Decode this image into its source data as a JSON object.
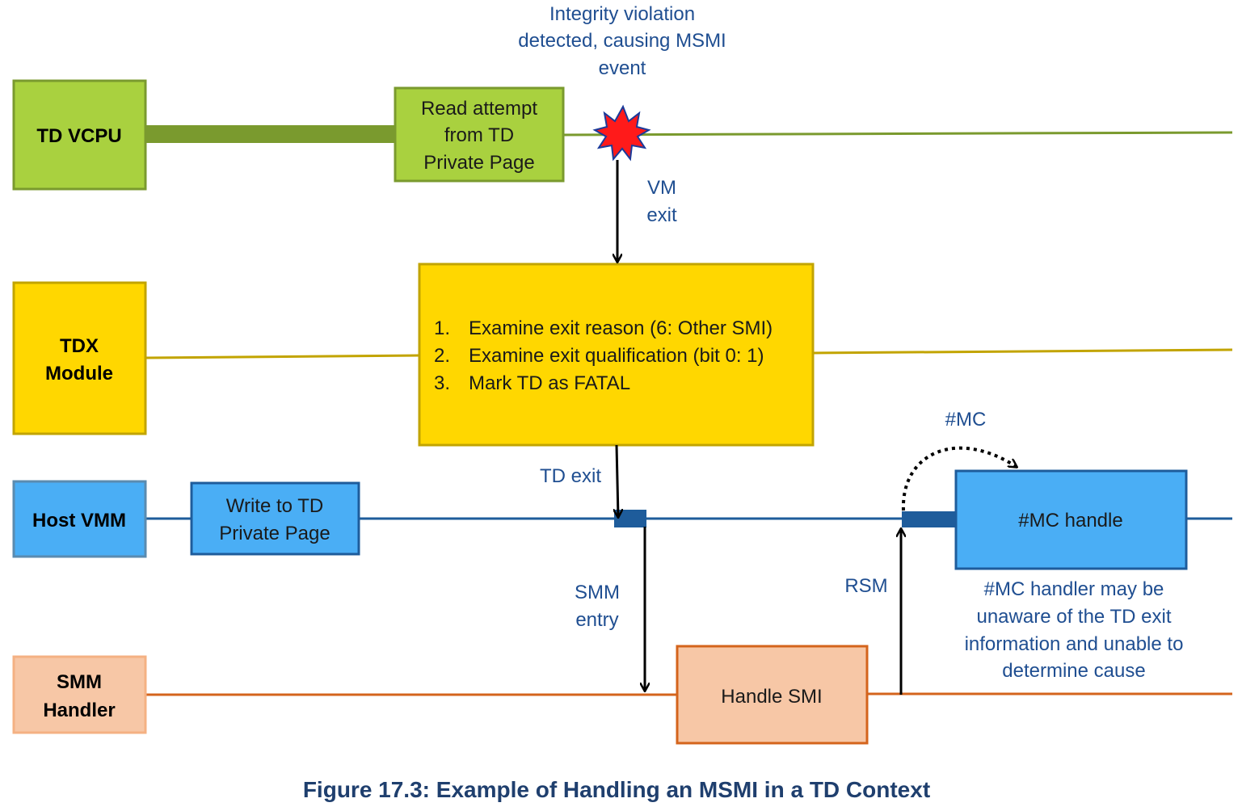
{
  "lanes": {
    "td_vcpu": {
      "line1": "TD VCPU"
    },
    "tdx_module": {
      "line1": "TDX",
      "line2": "Module"
    },
    "host_vmm": {
      "line1": "Host VMM"
    },
    "smm_handler": {
      "line1": "SMM",
      "line2": "Handler"
    }
  },
  "boxes": {
    "read_attempt": {
      "line1": "Read attempt",
      "line2": "from TD",
      "line3": "Private Page"
    },
    "tdx_steps": [
      {
        "num": "1.",
        "text": "Examine exit reason (6:  Other SMI)"
      },
      {
        "num": "2.",
        "text": "Examine exit qualification (bit 0:  1)"
      },
      {
        "num": "3.",
        "text": "Mark TD as FATAL"
      }
    ],
    "write_to_td": {
      "line1": "Write to TD",
      "line2": "Private Page"
    },
    "mc_handle": {
      "line1": "#MC handle"
    },
    "handle_smi": {
      "line1": "Handle SMI"
    }
  },
  "annotations": {
    "integrity": {
      "line1": "Integrity violation",
      "line2": "detected, causing MSMI",
      "line3": "event"
    },
    "vm_exit": {
      "line1": "VM",
      "line2": "exit"
    },
    "td_exit": {
      "line1": "TD exit"
    },
    "smm_entry": {
      "line1": "SMM",
      "line2": "entry"
    },
    "rsm": {
      "line1": "RSM"
    },
    "mc": {
      "line1": "#MC"
    },
    "mc_note": {
      "line1": "#MC handler may be",
      "line2": "unaware of the TD exit",
      "line3": "information and unable to",
      "line4": "determine cause"
    }
  },
  "caption": "Figure 17.3:  Example of Handling an MSMI in a TD Context",
  "colors": {
    "vcpu_fill": "#a9d13f",
    "vcpu_line": "#7a9a2e",
    "tdx_fill": "#ffd700",
    "tdx_line": "#c2a400",
    "vmm_fill": "#4aaef5",
    "vmm_line": "#1e5c9b",
    "smm_fill": "#f7c7a6",
    "smm_line": "#d4641c",
    "burst": "#ff1a1a",
    "note_text": "#1f4e91"
  }
}
